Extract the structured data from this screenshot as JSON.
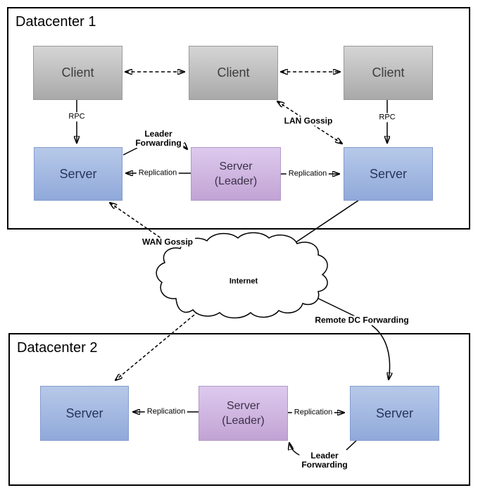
{
  "colors": {
    "background": "#ffffff",
    "client_top": "#d5d5d5",
    "client_bottom": "#a9a9a9",
    "client_text": "#3c3c3c",
    "client_border": "#9b9b9b",
    "server_top": "#b7c9e9",
    "server_bottom": "#90a9da",
    "server_text": "#26355c",
    "server_border": "#839bce",
    "leader_top": "#ddcaee",
    "leader_bottom": "#c2a3d4",
    "leader_text": "#3b3148",
    "leader_border": "#b198c6",
    "line": "#000000"
  },
  "dc1": {
    "title": "Datacenter 1",
    "clients": [
      "Client",
      "Client",
      "Client"
    ],
    "server_left": "Server",
    "leader_line1": "Server",
    "leader_line2": "(Leader)",
    "server_right": "Server",
    "labels": {
      "rpc_left": "RPC",
      "rpc_right": "RPC",
      "replication_left": "Replication",
      "replication_right": "Replication",
      "leader_forwarding_line1": "Leader",
      "leader_forwarding_line2": "Forwarding",
      "lan_gossip": "LAN Gossip"
    }
  },
  "internet": {
    "cloud_label": "Internet",
    "wan_gossip": "WAN Gossip",
    "remote_dc_forwarding": "Remote DC Forwarding"
  },
  "dc2": {
    "title": "Datacenter 2",
    "server_left": "Server",
    "leader_line1": "Server",
    "leader_line2": "(Leader)",
    "server_right": "Server",
    "labels": {
      "replication_left": "Replication",
      "replication_right": "Replication",
      "leader_forwarding_line1": "Leader",
      "leader_forwarding_line2": "Forwarding"
    }
  }
}
